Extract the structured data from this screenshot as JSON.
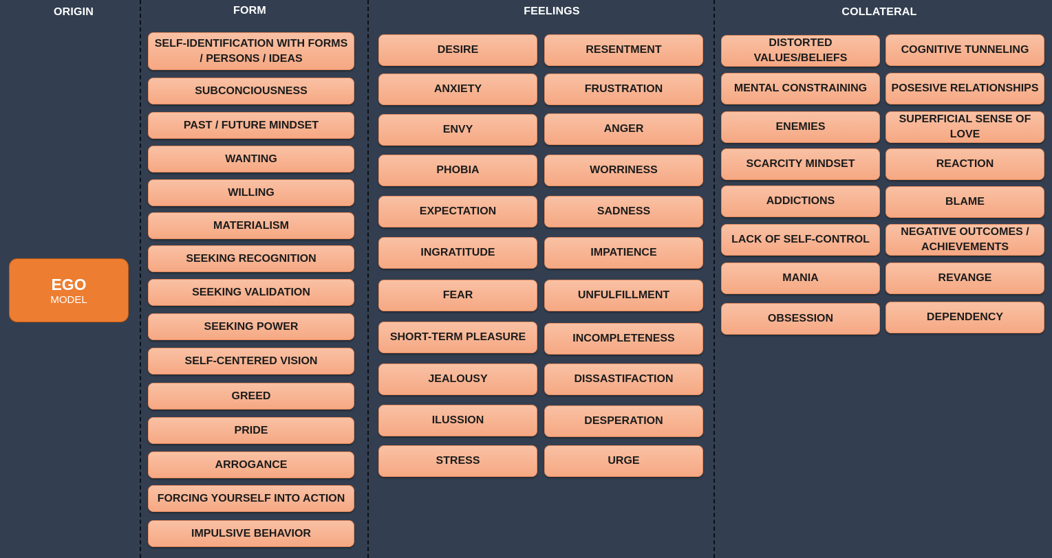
{
  "headers": {
    "origin": "ORIGIN",
    "form": "FORM",
    "feelings": "FEELINGS",
    "collateral": "COLLATERAL"
  },
  "ego": {
    "title": "EGO",
    "subtitle": "MODEL"
  },
  "form": [
    "SELF-IDENTIFICATION WITH FORMS / PERSONS / IDEAS",
    "SUBCONCIOUSNESS",
    "PAST / FUTURE MINDSET",
    "WANTING",
    "WILLING",
    "MATERIALISM",
    "SEEKING RECOGNITION",
    "SEEKING VALIDATION",
    "SEEKING POWER",
    "SELF-CENTERED VISION",
    "GREED",
    "PRIDE",
    "ARROGANCE",
    "FORCING YOURSELF INTO ACTION",
    "IMPULSIVE BEHAVIOR"
  ],
  "feelings_left": [
    "DESIRE",
    "ANXIETY",
    "ENVY",
    "PHOBIA",
    "EXPECTATION",
    "INGRATITUDE",
    "FEAR",
    "SHORT-TERM PLEASURE",
    "JEALOUSY",
    "ILUSSION",
    "STRESS"
  ],
  "feelings_right": [
    "RESENTMENT",
    "FRUSTRATION",
    "ANGER",
    "WORRINESS",
    "SADNESS",
    "IMPATIENCE",
    "UNFULFILLMENT",
    "INCOMPLETENESS",
    "DISSASTIFACTION",
    "DESPERATION",
    "URGE"
  ],
  "collateral_left": [
    "DISTORTED VALUES/BELIEFS",
    "MENTAL CONSTRAINING",
    "ENEMIES",
    "SCARCITY MINDSET",
    "ADDICTIONS",
    "LACK OF SELF-CONTROL",
    "MANIA",
    "OBSESSION"
  ],
  "collateral_right": [
    "COGNITIVE TUNNELING",
    "POSESIVE RELATIONSHIPS",
    "SUPERFICIAL SENSE OF LOVE",
    "REACTION",
    "BLAME",
    "NEGATIVE OUTCOMES / ACHIEVEMENTS",
    "REVANGE",
    "DEPENDENCY"
  ]
}
